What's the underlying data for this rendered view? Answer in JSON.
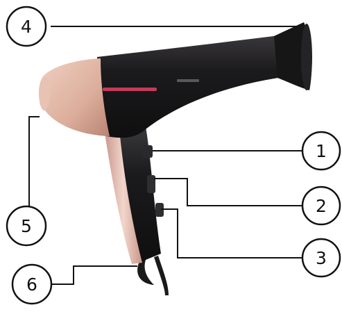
{
  "diagram": {
    "subject_icon": "hair-dryer",
    "colors": {
      "body": "#1b1a1c",
      "body_highlight": "#3a383c",
      "rose_gold": "#e2b7a4",
      "rose_gold_dark": "#b98473",
      "accent_stripe": "#c63a5a",
      "leader_line": "#111111"
    },
    "callouts": [
      {
        "number": "1",
        "target": "switch-button"
      },
      {
        "number": "2",
        "target": "speed-switch"
      },
      {
        "number": "3",
        "target": "cool-shot-button"
      },
      {
        "number": "4",
        "target": "concentrator-nozzle"
      },
      {
        "number": "5",
        "target": "air-intake"
      },
      {
        "number": "6",
        "target": "hanging-loop"
      }
    ]
  }
}
